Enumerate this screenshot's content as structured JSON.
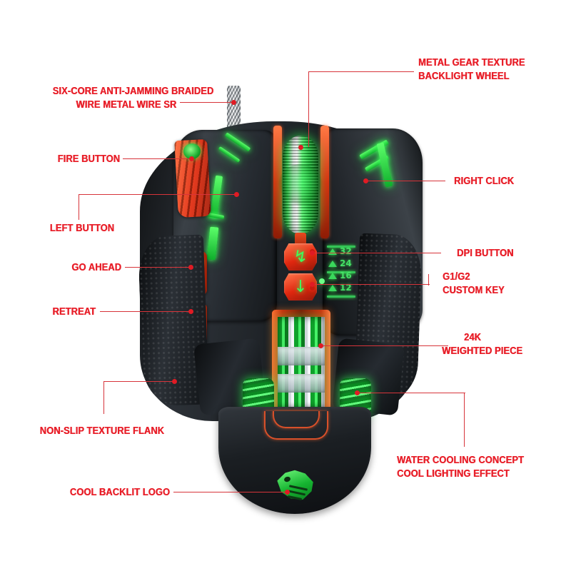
{
  "diagram": {
    "title": "Gaming Mouse Feature Callout Diagram",
    "accent_color": "#e8202a",
    "leader_color": "#d7343a",
    "background": "#ffffff"
  },
  "callouts": {
    "braided_wire": {
      "line1": "SIX-CORE ANTI-JAMMING BRAIDED",
      "line2": "WIRE METAL WIRE SR"
    },
    "fire_button": {
      "line1": "FIRE BUTTON"
    },
    "left_button": {
      "line1": "LEFT BUTTON"
    },
    "go_ahead": {
      "line1": "GO AHEAD"
    },
    "retreat": {
      "line1": "RETREAT"
    },
    "non_slip": {
      "line1": "NON-SLIP TEXTURE FLANK"
    },
    "backlit_logo": {
      "line1": "COOL BACKLIT LOGO"
    },
    "wheel": {
      "line1": "METAL GEAR TEXTURE",
      "line2": "BACKLIGHT WHEEL"
    },
    "right_click": {
      "line1": "RIGHT CLICK"
    },
    "dpi_button": {
      "line1": "DPI BUTTON"
    },
    "custom_key": {
      "line1": "G1/G2",
      "line2": "CUSTOM KEY"
    },
    "weighted_piece": {
      "line1": "24K",
      "line2": "WEIGHTED PIECE"
    },
    "water_cooling": {
      "line1": "WATER COOLING CONCEPT",
      "line2": "COOL LIGHTING EFFECT"
    }
  },
  "dpi_indicator": {
    "color": "#45e066",
    "levels": [
      {
        "value": "32"
      },
      {
        "value": "24"
      },
      {
        "value": "16"
      },
      {
        "value": "12"
      }
    ]
  },
  "mouse_glyphs": {
    "dpi_icon": "↯",
    "custom_icon": "↓"
  }
}
